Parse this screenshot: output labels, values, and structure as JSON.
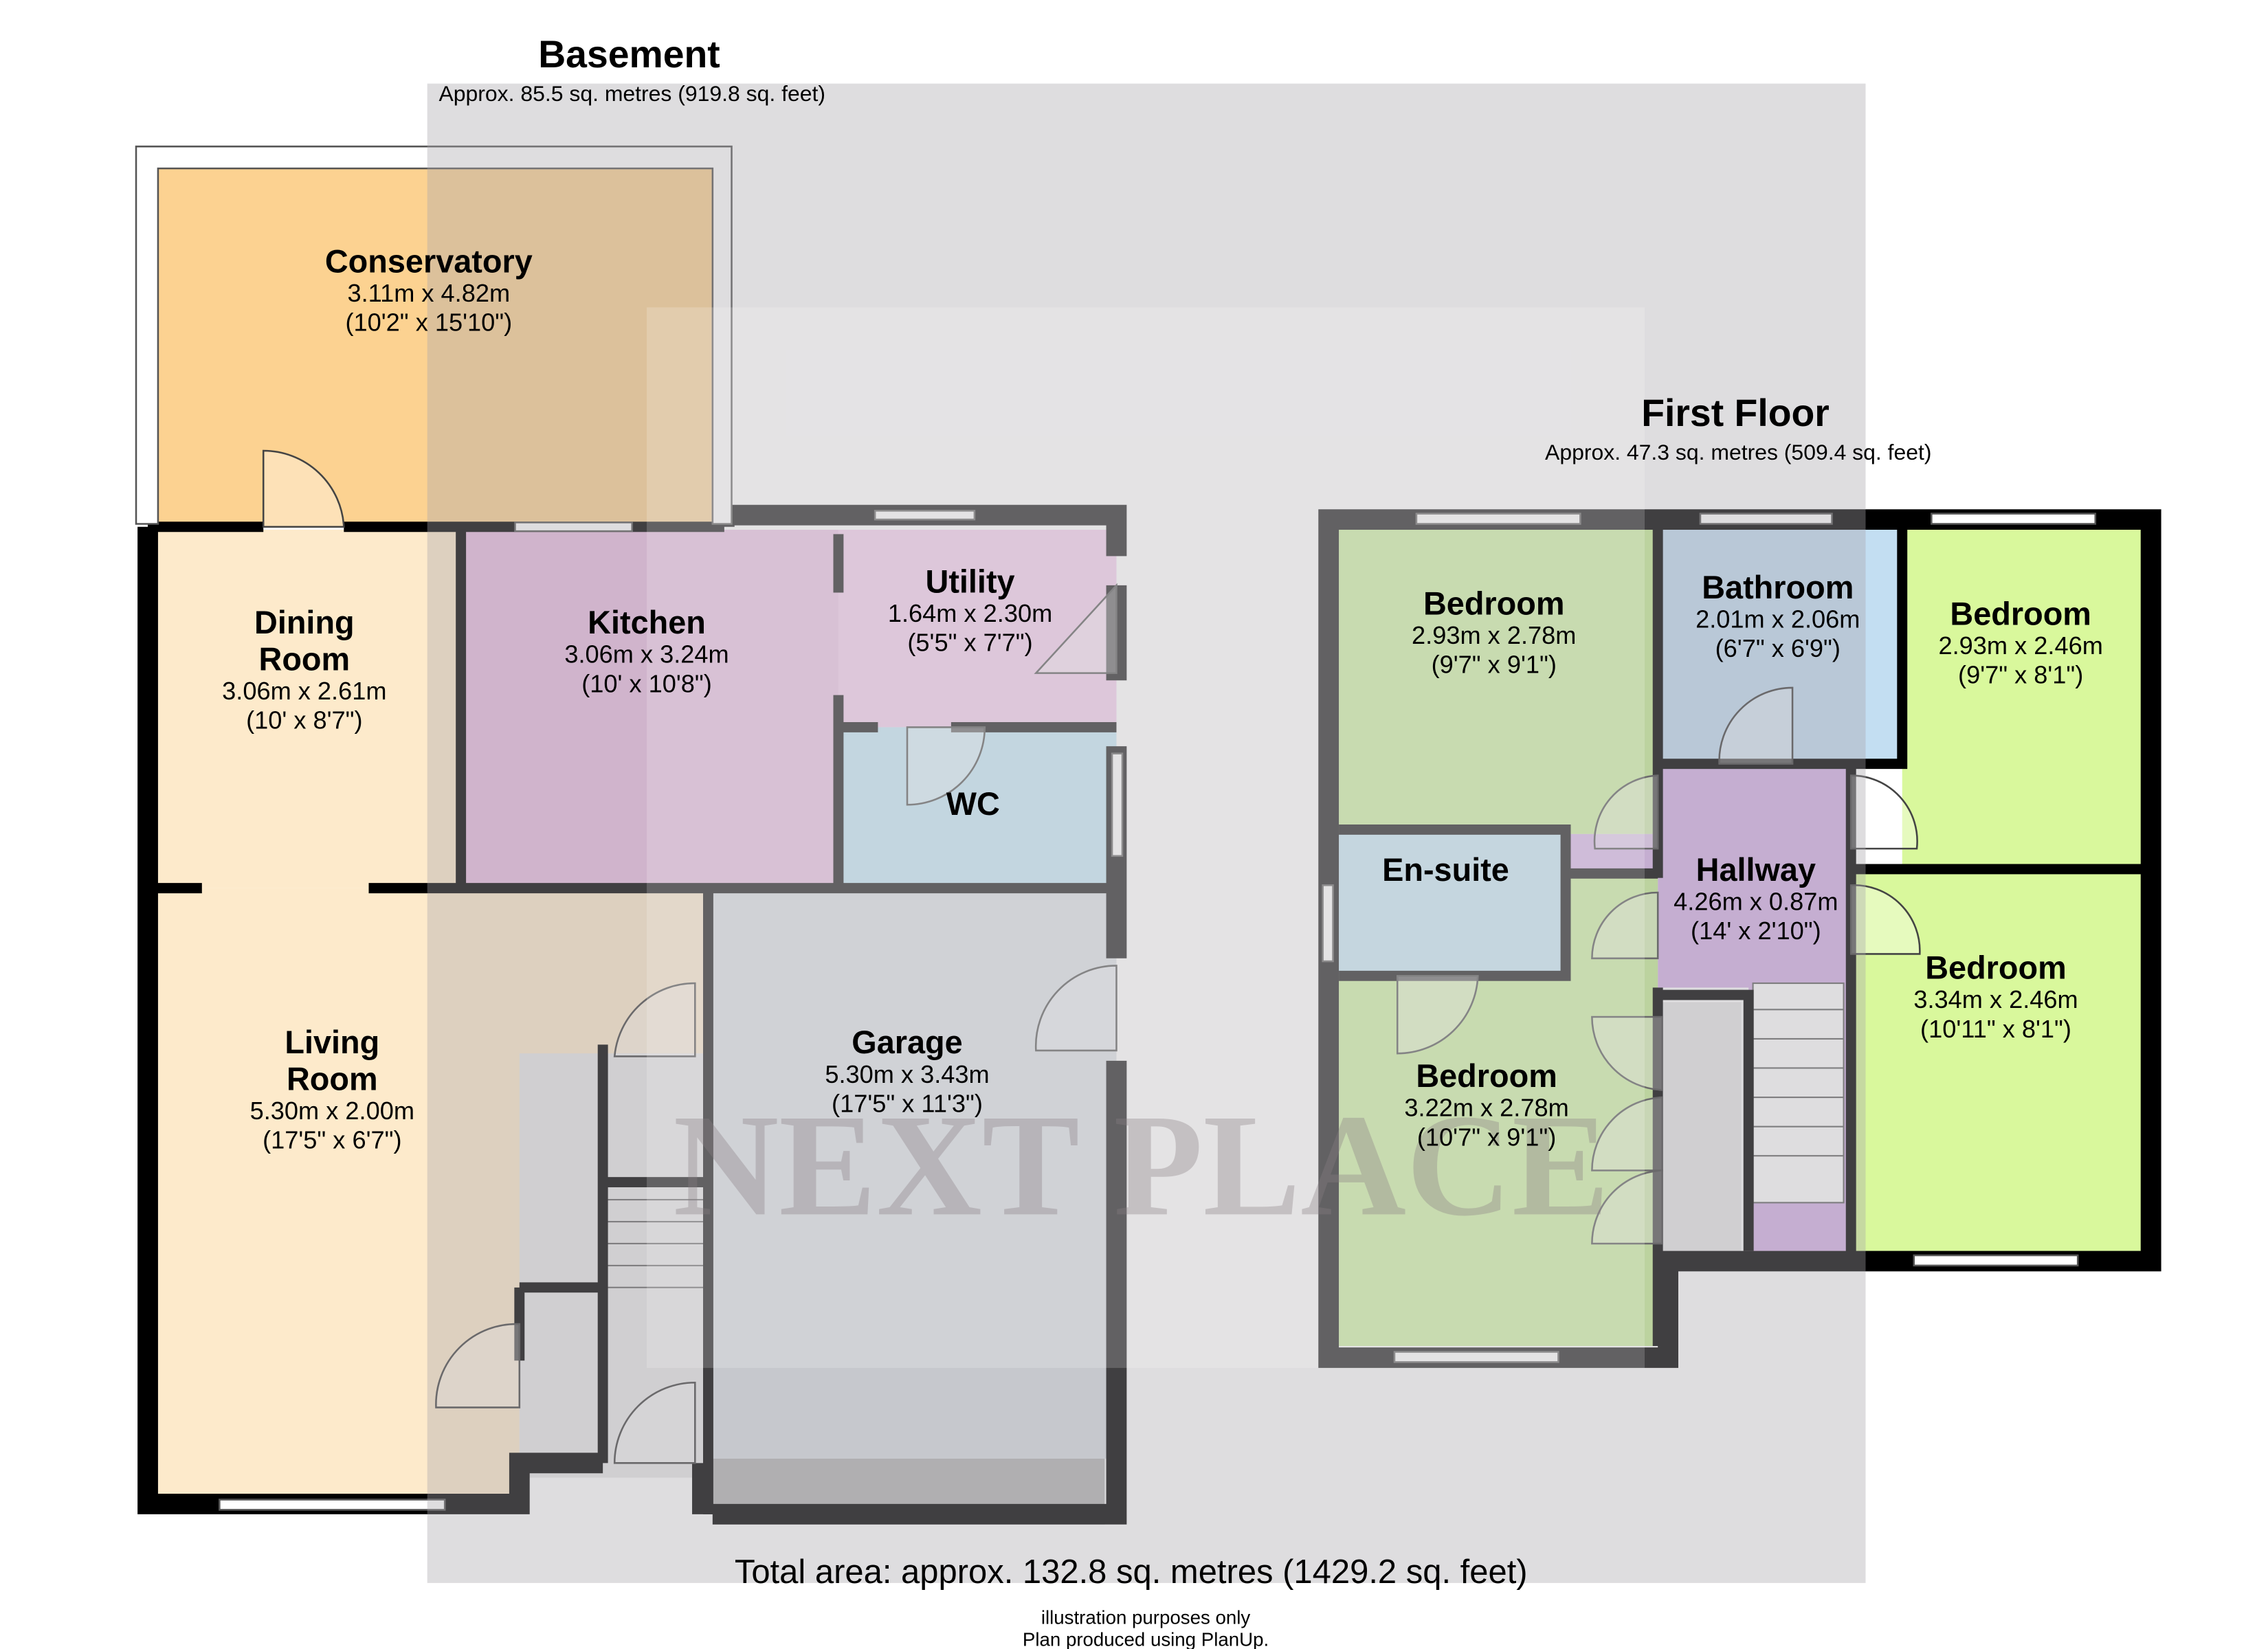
{
  "basement": {
    "title": "Basement",
    "area": "Approx. 85.5 sq. metres (919.8 sq. feet)",
    "rooms": [
      {
        "name": "Conservatory",
        "metric": "3.11m x 4.82m",
        "imperial": "(10'2\" x 15'10\")",
        "color": "#fcd291"
      },
      {
        "name": "Dining",
        "name2": "Room",
        "metric": "3.06m x 2.61m",
        "imperial": "(10' x 8'7\")",
        "color": "#fdeacb"
      },
      {
        "name": "Kitchen",
        "metric": "3.06m x 3.24m",
        "imperial": "(10' x 10'8\")",
        "color": "#e9bde0"
      },
      {
        "name": "Utility",
        "metric": "1.64m x 2.30m",
        "imperial": "(5'5\" x 7'7\")",
        "color": "#f2c9ea"
      },
      {
        "name": "WC",
        "color": "#bfe5f5"
      },
      {
        "name": "Living",
        "name2": "Room",
        "metric": "5.30m x 2.00m",
        "imperial": "(17'5\" x 6'7\")",
        "color": "#fdeacb"
      },
      {
        "name": "Garage",
        "metric": "5.30m x 3.43m",
        "imperial": "(17'5\" x 11'3\")",
        "color": "#d9dee2"
      }
    ]
  },
  "first_floor": {
    "title": "First Floor",
    "area": "Approx. 47.3 sq. metres (509.4 sq. feet)",
    "rooms": [
      {
        "name": "Bedroom",
        "metric": "2.93m x 2.78m",
        "imperial": "(9'7\" x 9'1\")",
        "color": "#c8ef98"
      },
      {
        "name": "Bathroom",
        "metric": "2.01m x 2.06m",
        "imperial": "(6'7\" x 6'9\")",
        "color": "#c3def2"
      },
      {
        "name": "Bedroom",
        "metric": "2.93m x 2.46m",
        "imperial": "(9'7\" x 8'1\")",
        "color": "#d9f89c"
      },
      {
        "name": "En-suite",
        "color": "#c3e5f4"
      },
      {
        "name": "Hallway",
        "metric": "4.26m x 0.87m",
        "imperial": "(14' x 2'10\")",
        "color": "#d7b3e8"
      },
      {
        "name": "Bedroom",
        "metric": "3.22m x 2.78m",
        "imperial": "(10'7\" x 9'1\")",
        "color": "#c8ef98"
      },
      {
        "name": "Bedroom",
        "metric": "3.34m x 2.46m",
        "imperial": "(10'11\" x 8'1\")",
        "color": "#d9f89c"
      }
    ]
  },
  "watermark": "NEXT PLACE",
  "total_area": "Total area: approx. 132.8 sq. metres (1429.2 sq. feet)",
  "footer": [
    "illustration purposes only",
    "Plan produced using PlanUp."
  ]
}
